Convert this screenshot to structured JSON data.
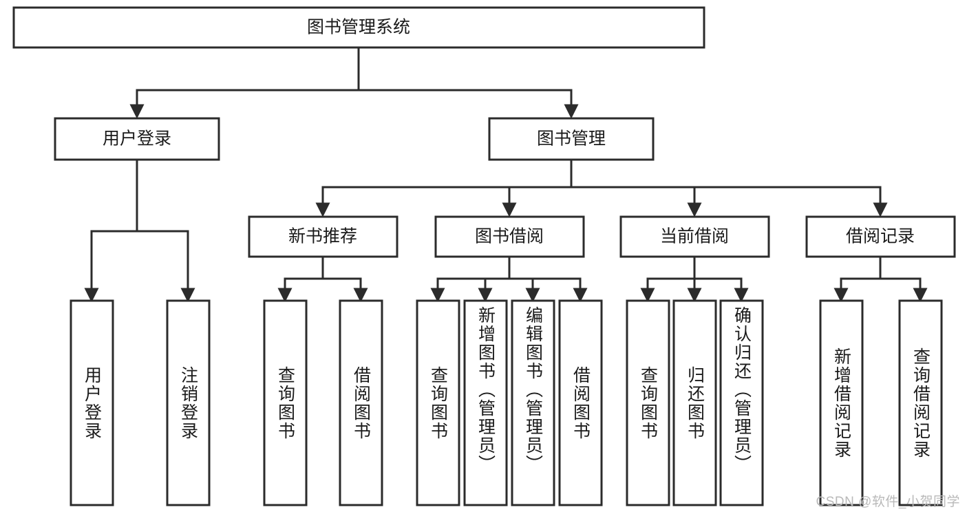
{
  "diagram": {
    "title": "图书管理系统",
    "type": "tree",
    "root": {
      "id": "root",
      "label": "图书管理系统",
      "level": 1
    },
    "level2": [
      {
        "id": "user-login",
        "label": "用户登录"
      },
      {
        "id": "book-manage",
        "label": "图书管理"
      }
    ],
    "level3": [
      {
        "id": "new-book-rec",
        "label": "新书推荐",
        "parent": "book-manage"
      },
      {
        "id": "book-borrow",
        "label": "图书借阅",
        "parent": "book-manage"
      },
      {
        "id": "current-borrow",
        "label": "当前借阅",
        "parent": "book-manage"
      },
      {
        "id": "borrow-record",
        "label": "借阅记录",
        "parent": "book-manage"
      }
    ],
    "leaves": [
      {
        "id": "leaf-user-login",
        "label": "用户登录",
        "parent": "user-login"
      },
      {
        "id": "leaf-user-logout",
        "label": "注销登录",
        "parent": "user-login"
      },
      {
        "id": "leaf-rec-query",
        "label": "查询图书",
        "parent": "new-book-rec"
      },
      {
        "id": "leaf-rec-borrow",
        "label": "借阅图书",
        "parent": "new-book-rec"
      },
      {
        "id": "leaf-borrow-query",
        "label": "查询图书",
        "parent": "book-borrow"
      },
      {
        "id": "leaf-borrow-add",
        "label": "新增图书（管理员）",
        "parent": "book-borrow"
      },
      {
        "id": "leaf-borrow-edit",
        "label": "编辑图书（管理员）",
        "parent": "book-borrow"
      },
      {
        "id": "leaf-borrow-lend",
        "label": "借阅图书",
        "parent": "book-borrow"
      },
      {
        "id": "leaf-cur-query",
        "label": "查询图书",
        "parent": "current-borrow"
      },
      {
        "id": "leaf-cur-return",
        "label": "归还图书",
        "parent": "current-borrow"
      },
      {
        "id": "leaf-cur-confirm",
        "label": "确认归还（管理员）",
        "parent": "current-borrow"
      },
      {
        "id": "leaf-rec-add",
        "label": "新增借阅记录",
        "parent": "borrow-record"
      },
      {
        "id": "leaf-rec-query2",
        "label": "查询借阅记录",
        "parent": "borrow-record"
      }
    ],
    "colors": {
      "stroke": "#2b2b2b",
      "fill": "#ffffff",
      "text": "#1a1a1a",
      "watermark": "#b9b9b9"
    }
  },
  "watermark": {
    "text": "CSDN @软件_小贺同学"
  }
}
